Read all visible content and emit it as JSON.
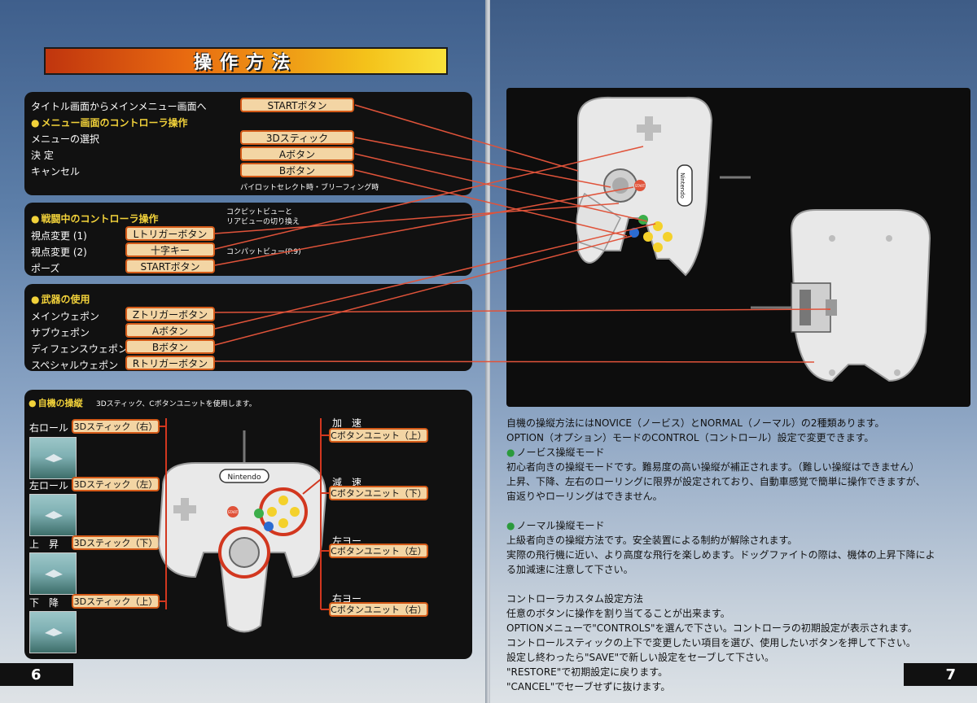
{
  "title": "操作方法",
  "top_panel": {
    "row_title_menu": "タイトル画面からメインメニュー画面へ",
    "row_title_menu_button": "STARTボタン",
    "menu_header": "メニュー画面のコントローラ操作",
    "rows": [
      {
        "label": "メニューの選択",
        "button": "3Dスティック"
      },
      {
        "label": "決 定",
        "button": "Aボタン"
      },
      {
        "label": "キャンセル",
        "button": "Bボタン"
      }
    ],
    "note": "パイロットセレクト時・ブリーフィング時"
  },
  "combat_panel": {
    "header": "戦闘中のコントローラ操作",
    "note_cockpit": "コクピットビューと\nリアビューの切り換え",
    "note_compass": "コンパットビュー(P.9)",
    "rows": [
      {
        "label": "視点変更 (1)",
        "button": "Lトリガーボタン"
      },
      {
        "label": "視点変更 (2)",
        "button": "十字キー"
      },
      {
        "label": "ポーズ",
        "button": "STARTボタン"
      }
    ]
  },
  "weapons_panel": {
    "header": "武器の使用",
    "rows": [
      {
        "label": "メインウェポン",
        "button": "Zトリガーボタン"
      },
      {
        "label": "サブウェポン",
        "button": "Aボタン"
      },
      {
        "label": "ディフェンスウェポン",
        "button": "Bボタン"
      },
      {
        "label": "スペシャルウェポン",
        "button": "Rトリガーボタン"
      }
    ]
  },
  "flight_panel": {
    "header": "自機の操縦",
    "description": "3Dスティック、Cボタンユニットを使用します。",
    "left_rows": [
      {
        "label": "右ロール",
        "button": "3Dスティック（右）"
      },
      {
        "label": "左ロール",
        "button": "3Dスティック（左）"
      },
      {
        "label": "上　昇",
        "button": "3Dスティック（下）"
      },
      {
        "label": "下　降",
        "button": "3Dスティック（上）"
      }
    ],
    "right_rows": [
      {
        "label": "加　速",
        "button": "Cボタンユニット（上）"
      },
      {
        "label": "減　速",
        "button": "Cボタンユニット（下）"
      },
      {
        "label": "左ヨー",
        "button": "Cボタンユニット（左）"
      },
      {
        "label": "右ヨー",
        "button": "Cボタンユニット（右）"
      }
    ],
    "controller_brand": "Nintendo",
    "controller_start": "START"
  },
  "right_page": {
    "controller_brand": "Nintendo",
    "controller_start": "START",
    "paragraphs": [
      "自機の操縦方法にはNOVICE（ノービス）とNORMAL（ノーマル）の2種類あります。",
      "OPTION（オプション）モードのCONTROL（コントロール）設定で変更できます。"
    ],
    "novice_header": "ノービス操縦モード",
    "novice_lines": [
      "初心者向きの操縦モードです。難易度の高い操縦が補正されます。（難しい操縦はできません）",
      "上昇、下降、左右のローリングに限界が設定されており、自動車感覚で簡単に操作できますが、",
      "宙返りやローリングはできません。"
    ],
    "normal_header": "ノーマル操縦モード",
    "normal_lines": [
      "上級者向きの操縦方法です。安全装置による制約が解除されます。",
      "実際の飛行機に近い、より高度な飛行を楽しめます。ドッグファイトの際は、機体の上昇下降によ",
      "る加減速に注意して下さい。"
    ],
    "custom_header": "コントローラカスタム設定方法",
    "custom_lines": [
      "任意のボタンに操作を割り当てることが出来ます。",
      "OPTIONメニューで\"CONTROLS\"を選んで下さい。コントローラの初期設定が表示されます。",
      "コントロールスティックの上下で変更したい項目を選び、使用したいボタンを押して下さい。",
      "設定し終わったら\"SAVE\"で新しい設定をセーブして下さい。",
      "\"RESTORE\"で初期設定に戻ります。",
      "\"CANCEL\"でセーブせずに抜けます。"
    ]
  },
  "page_left": "6",
  "page_right": "7",
  "colors": {
    "accent_line": "#e0533a",
    "pill_fill": "#f3d5a4",
    "pill_border": "#d35a18",
    "header_yellow": "#f2d23a"
  }
}
